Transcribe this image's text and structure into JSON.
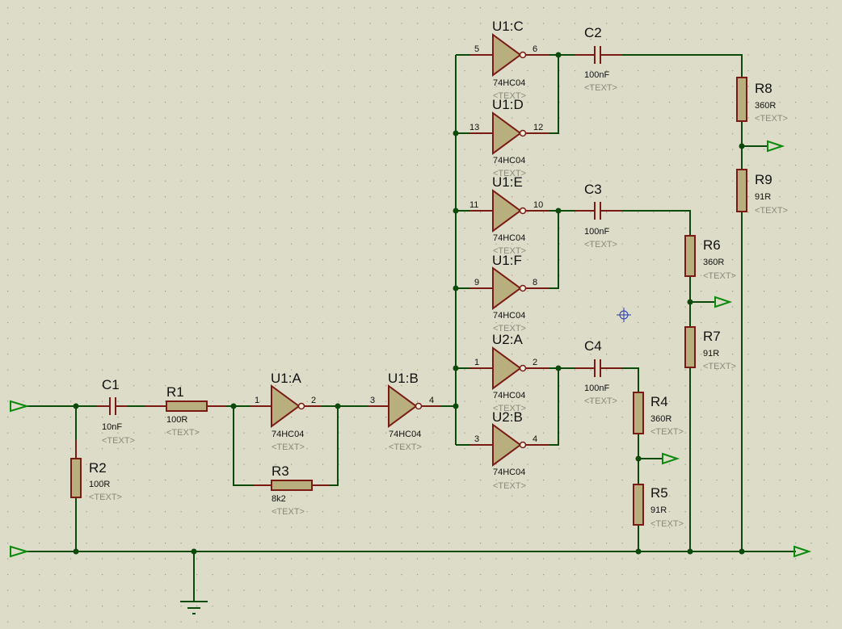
{
  "components": {
    "C1": {
      "ref": "C1",
      "value": "10nF",
      "text": "<TEXT>"
    },
    "C2": {
      "ref": "C2",
      "value": "100nF",
      "text": "<TEXT>"
    },
    "C3": {
      "ref": "C3",
      "value": "100nF",
      "text": "<TEXT>"
    },
    "C4": {
      "ref": "C4",
      "value": "100nF",
      "text": "<TEXT>"
    },
    "R1": {
      "ref": "R1",
      "value": "100R",
      "text": "<TEXT>"
    },
    "R2": {
      "ref": "R2",
      "value": "100R",
      "text": "<TEXT>"
    },
    "R3": {
      "ref": "R3",
      "value": "8k2",
      "text": "<TEXT>"
    },
    "R4": {
      "ref": "R4",
      "value": "360R",
      "text": "<TEXT>"
    },
    "R5": {
      "ref": "R5",
      "value": "91R",
      "text": "<TEXT>"
    },
    "R6": {
      "ref": "R6",
      "value": "360R",
      "text": "<TEXT>"
    },
    "R7": {
      "ref": "R7",
      "value": "91R",
      "text": "<TEXT>"
    },
    "R8": {
      "ref": "R8",
      "value": "360R",
      "text": "<TEXT>"
    },
    "R9": {
      "ref": "R9",
      "value": "91R",
      "text": "<TEXT>"
    },
    "U1A": {
      "ref": "U1:A",
      "value": "74HC04",
      "text": "<TEXT>",
      "pin_in": "1",
      "pin_out": "2"
    },
    "U1B": {
      "ref": "U1:B",
      "value": "74HC04",
      "text": "<TEXT>",
      "pin_in": "3",
      "pin_out": "4"
    },
    "U1C": {
      "ref": "U1:C",
      "value": "74HC04",
      "text": "<TEXT>",
      "pin_in": "5",
      "pin_out": "6"
    },
    "U1D": {
      "ref": "U1:D",
      "value": "74HC04",
      "text": "<TEXT>",
      "pin_in": "13",
      "pin_out": "12"
    },
    "U1E": {
      "ref": "U1:E",
      "value": "74HC04",
      "text": "<TEXT>",
      "pin_in": "11",
      "pin_out": "10"
    },
    "U1F": {
      "ref": "U1:F",
      "value": "74HC04",
      "text": "<TEXT>",
      "pin_in": "9",
      "pin_out": "8"
    },
    "U2A": {
      "ref": "U2:A",
      "value": "74HC04",
      "text": "<TEXT>",
      "pin_in": "1",
      "pin_out": "2"
    },
    "U2B": {
      "ref": "U2:B",
      "value": "74HC04",
      "text": "<TEXT>",
      "pin_in": "3",
      "pin_out": "4"
    }
  },
  "colors": {
    "background": "#dcdcc8",
    "wire": "#0b4a0b",
    "component": "#7a1a14",
    "terminal": "#0b8a0b",
    "grid": "#9a9a86"
  },
  "icons": {
    "terminal": "terminal-arrow-icon",
    "ground": "ground-icon",
    "cursor": "crosshair-icon"
  }
}
